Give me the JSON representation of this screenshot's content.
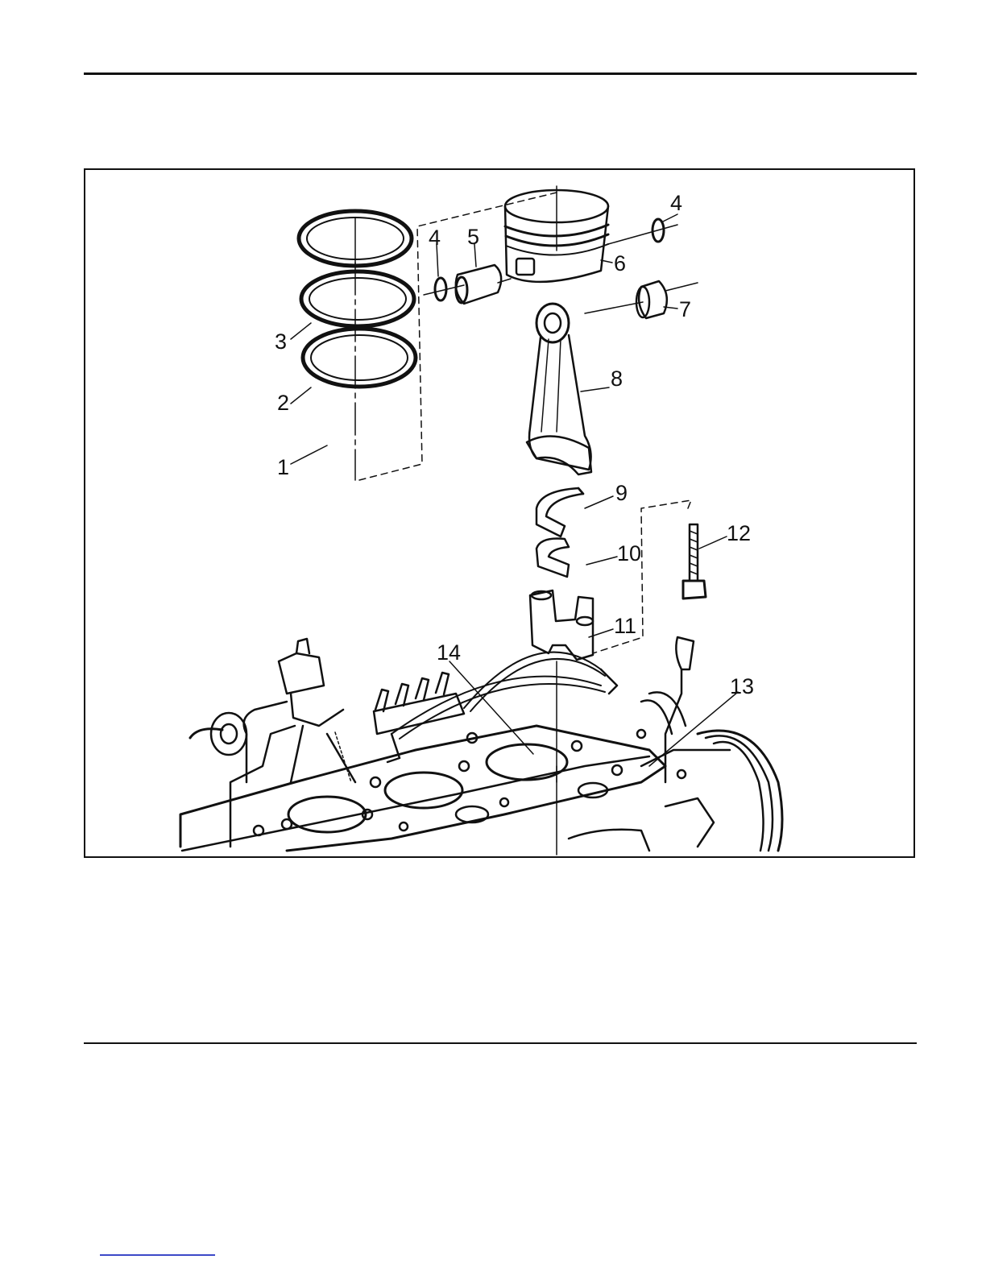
{
  "figure": {
    "callouts": [
      {
        "id": "c1",
        "text": "1"
      },
      {
        "id": "c2",
        "text": "2"
      },
      {
        "id": "c3",
        "text": "3"
      },
      {
        "id": "c4a",
        "text": "4"
      },
      {
        "id": "c4b",
        "text": "4"
      },
      {
        "id": "c5",
        "text": "5"
      },
      {
        "id": "c6",
        "text": "6"
      },
      {
        "id": "c7",
        "text": "7"
      },
      {
        "id": "c8",
        "text": "8"
      },
      {
        "id": "c9",
        "text": "9"
      },
      {
        "id": "c10",
        "text": "10"
      },
      {
        "id": "c11",
        "text": "11"
      },
      {
        "id": "c12",
        "text": "12"
      },
      {
        "id": "c13",
        "text": "13"
      },
      {
        "id": "c14",
        "text": "14"
      }
    ],
    "colors": {
      "ink": "#111111",
      "paper": "#ffffff",
      "link": "#3c49c8"
    }
  }
}
